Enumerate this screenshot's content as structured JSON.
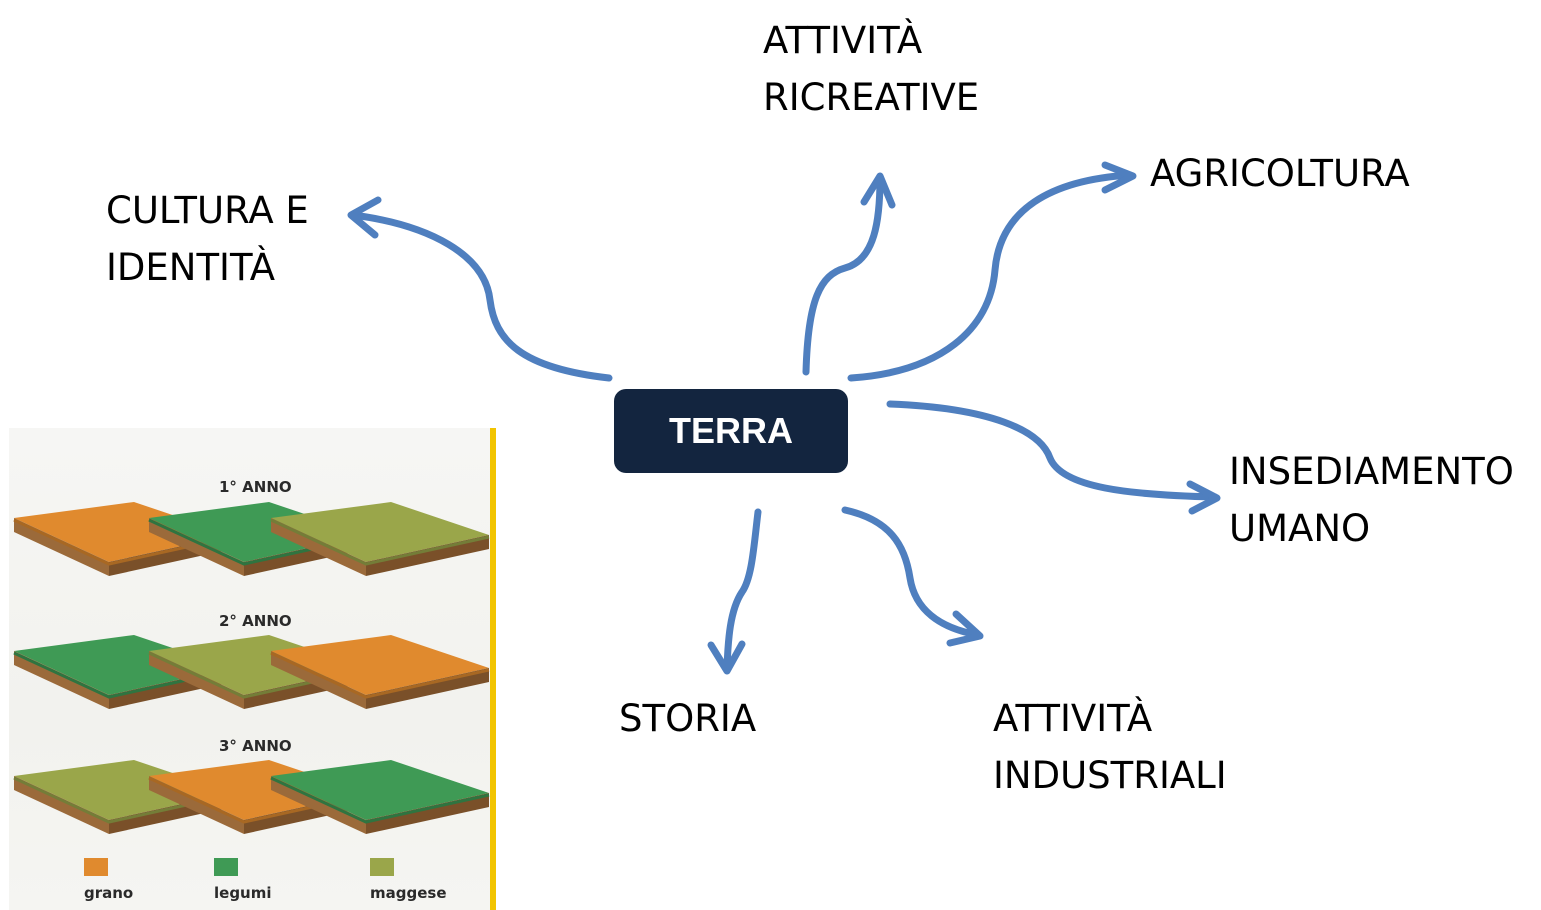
{
  "center": {
    "label": "TERRA"
  },
  "nodes": {
    "ricreative": [
      "ATTIVITÀ",
      "RICREATIVE"
    ],
    "agricoltura": [
      "AGRICOLTURA"
    ],
    "cultura": [
      "CULTURA E",
      "IDENTITÀ"
    ],
    "insediamento": [
      "INSEDIAMENTO",
      "UMANO"
    ],
    "storia": [
      "STORIA"
    ],
    "industriali": [
      "ATTIVITÀ",
      "INDUSTRIALI"
    ]
  },
  "colors": {
    "arrow": "#4f7fbf",
    "center_box": "#13253f",
    "grano": "#e08a2e",
    "legumi": "#3f9a55",
    "maggese": "#9aa64a"
  },
  "rotation_figure": {
    "years": [
      "1° ANNO",
      "2° ANNO",
      "3° ANNO"
    ],
    "rows": [
      [
        "grano",
        "legumi",
        "maggese"
      ],
      [
        "legumi",
        "maggese",
        "grano"
      ],
      [
        "maggese",
        "grano",
        "legumi"
      ]
    ],
    "legend": [
      {
        "key": "grano",
        "label": "grano"
      },
      {
        "key": "legumi",
        "label": "legumi"
      },
      {
        "key": "maggese",
        "label": "maggese"
      }
    ]
  }
}
